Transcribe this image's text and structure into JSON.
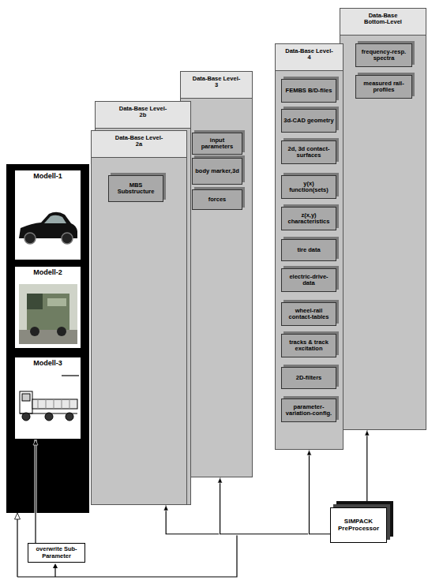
{
  "diagram": {
    "nodes": [
      {
        "text": [
          "Modell-1"
        ]
      },
      {
        "text": [
          "Modell-2"
        ]
      },
      {
        "text": [
          "Modell-3"
        ]
      },
      {
        "text": [
          "Data-Base Level-2b"
        ]
      },
      {
        "text": [
          "Data-Base Level-2a"
        ]
      },
      {
        "text": [
          "MBS Substructure"
        ],
        "in": 4
      },
      {
        "text": [
          "Data-Base Level-3"
        ]
      },
      {
        "text": [
          "input parameters"
        ],
        "in": 6
      },
      {
        "text": [
          "body marker,3d"
        ],
        "in": 6
      },
      {
        "text": [
          "forces"
        ],
        "in": 6
      },
      {
        "text": [
          "Data-Base Level-4"
        ]
      },
      {
        "text": [
          "FEMBS B/D-files"
        ],
        "in": 10
      },
      {
        "text": [
          "3d-CAD geometry"
        ],
        "in": 10
      },
      {
        "text": [
          "2d, 3d contact-surfaces"
        ],
        "in": 10
      },
      {
        "text": [
          "y(x) function(sets)"
        ],
        "in": 10
      },
      {
        "text": [
          "z(x,y) characteristics"
        ],
        "in": 10
      },
      {
        "text": [
          "tire data"
        ],
        "in": 10
      },
      {
        "text": [
          "electric-drive-data"
        ],
        "in": 10
      },
      {
        "text": [
          "wheel-rail contact-tables"
        ],
        "in": 10
      },
      {
        "text": [
          "tracks & track excitation"
        ],
        "in": 10
      },
      {
        "text": [
          "2D-filters"
        ],
        "in": 10
      },
      {
        "text": [
          "parameter-variation-config."
        ],
        "in": 10
      },
      {
        "text": [
          "Data-Base Bottom-Level"
        ]
      },
      {
        "text": [
          "frequency-resp. spectra"
        ],
        "in": 22
      },
      {
        "text": [
          "measured rail-profiles"
        ],
        "in": 22
      },
      {
        "text": [
          "overwrite Sub-Parameter"
        ]
      },
      {
        "text": [
          "SIMPACK PreProcessor"
        ]
      }
    ],
    "edges": [
      {
        "from": 25,
        "to": 2,
        "arrow": "to"
      },
      {
        "from": 26,
        "to": 4,
        "arrow": "to"
      },
      {
        "from": 26,
        "to": 6,
        "arrow": "to"
      },
      {
        "from": 26,
        "to": 10,
        "arrow": "to"
      },
      {
        "from": 26,
        "to": 22,
        "arrow": "to"
      }
    ]
  }
}
